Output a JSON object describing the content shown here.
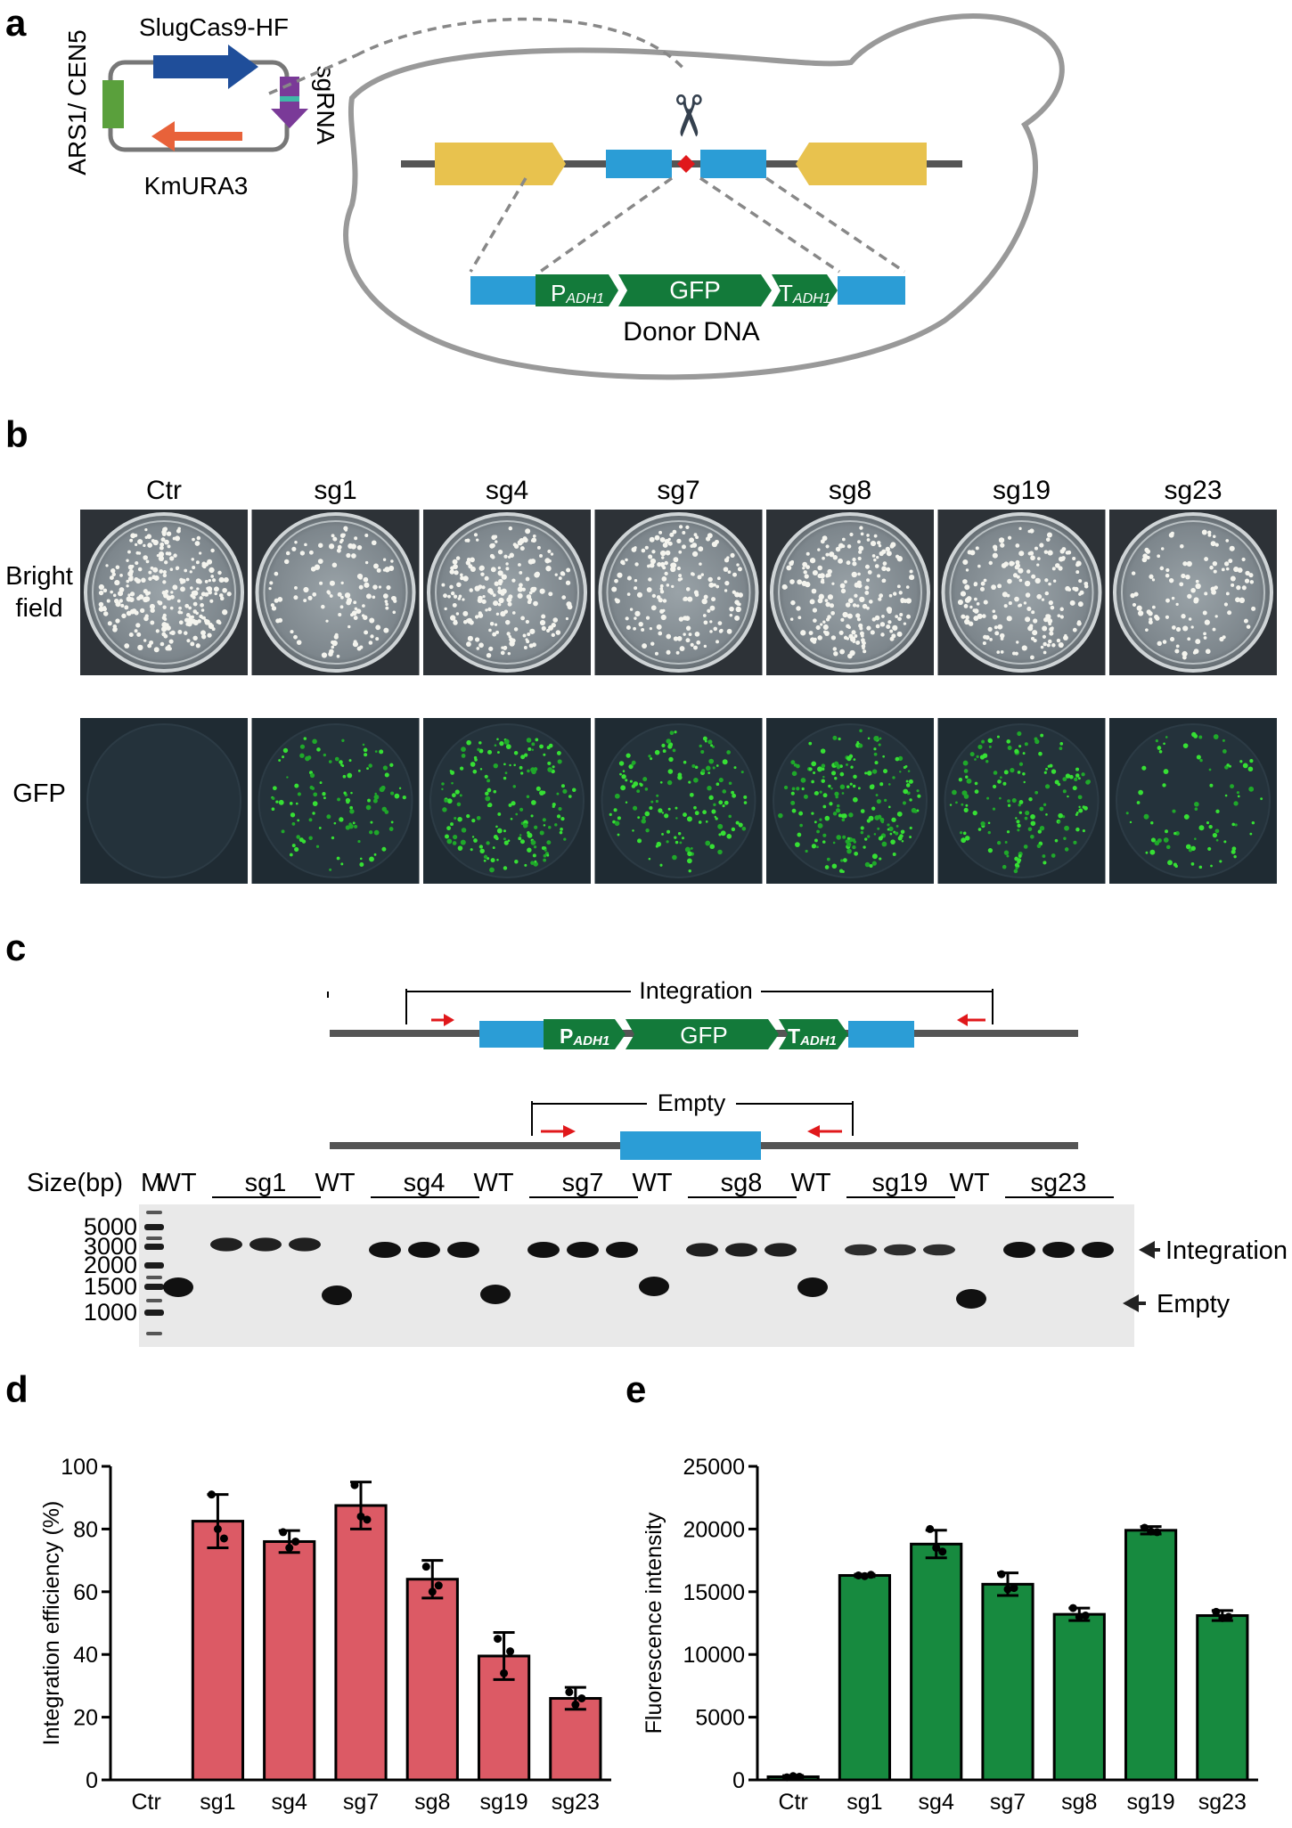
{
  "panel_a": {
    "letter": "a",
    "plasmid": {
      "cas": "SlugCas9-HF",
      "sgrna": "sgRNA",
      "origin": "ARS1/ CEN5",
      "marker": "KmURA3"
    },
    "donor": {
      "promoter_main": "P",
      "promoter_sub": "ADH1",
      "gene": "GFP",
      "terminator_main": "T",
      "terminator_sub": "ADH1",
      "caption": "Donor DNA"
    },
    "scissors_glyph": "✂",
    "colors": {
      "yellow": "#e8c24e",
      "blue": "#2b9dd6",
      "green": "#137a3a",
      "red": "#e0181b",
      "cas_blue": "#1f4e9a",
      "orange": "#e8623a",
      "purple": "#7a3a98",
      "lime": "#5aa03c",
      "cell": "#999999"
    }
  },
  "panel_b": {
    "letter": "b",
    "columns": [
      "Ctr",
      "sg1",
      "sg4",
      "sg7",
      "sg8",
      "sg19",
      "sg23"
    ],
    "row_bright_label_1": "Bright",
    "row_bright_label_2": "field",
    "row_gfp_label": "GFP"
  },
  "panel_c": {
    "letter": "c",
    "integration_label": "Integration",
    "empty_label": "Empty",
    "promoter_main": "P",
    "promoter_sub": "ADH1",
    "gene": "GFP",
    "terminator_main": "T",
    "terminator_sub": "ADH1",
    "gel": {
      "size_header": "Size(bp)",
      "marker_lane": "M",
      "groups": [
        {
          "wt": "WT",
          "name": "sg1"
        },
        {
          "wt": "WT",
          "name": "sg4"
        },
        {
          "wt": "WT",
          "name": "sg7"
        },
        {
          "wt": "WT",
          "name": "sg8"
        },
        {
          "wt": "WT",
          "name": "sg19"
        },
        {
          "wt": "WT",
          "name": "sg23"
        }
      ],
      "ladder": [
        "5000",
        "3000",
        "2000",
        "1500",
        "1000"
      ],
      "band_integration": "Integration",
      "band_empty": "Empty"
    }
  },
  "chart_data": [
    {
      "panel": "d",
      "type": "bar",
      "categories": [
        "Ctr",
        "sg1",
        "sg4",
        "sg7",
        "sg8",
        "sg19",
        "sg23"
      ],
      "values": [
        0,
        82.5,
        76,
        87.5,
        64,
        39.5,
        26
      ],
      "errors": [
        0,
        8.5,
        3.5,
        7.5,
        6,
        7.5,
        3.5
      ],
      "points": [
        [],
        [
          91,
          80,
          77
        ],
        [
          79,
          74,
          76
        ],
        [
          94,
          84,
          83
        ],
        [
          68,
          60,
          62
        ],
        [
          45,
          34,
          41
        ],
        [
          28,
          24,
          26
        ]
      ],
      "ylabel": "Integration efficiency (%)",
      "xlabel": "",
      "ylim": [
        0,
        100
      ],
      "yticks": [
        "0",
        "20",
        "40",
        "60",
        "80",
        "100"
      ],
      "bar_color": "#dc5a65"
    },
    {
      "panel": "e",
      "type": "bar",
      "categories": [
        "Ctr",
        "sg1",
        "sg4",
        "sg7",
        "sg8",
        "sg19",
        "sg23"
      ],
      "values": [
        250,
        16300,
        18800,
        15600,
        13200,
        19900,
        13100
      ],
      "errors": [
        100,
        100,
        1100,
        900,
        500,
        300,
        400
      ],
      "points": [
        [
          200,
          300,
          250
        ],
        [
          16300,
          16250,
          16350
        ],
        [
          20000,
          18500,
          18200
        ],
        [
          16400,
          15200,
          15300
        ],
        [
          13700,
          13000,
          13100
        ],
        [
          20100,
          19800,
          19750
        ],
        [
          13400,
          12900,
          13000
        ]
      ],
      "ylabel": "Fluorescence intensity",
      "xlabel": "",
      "ylim": [
        0,
        25000
      ],
      "yticks": [
        "0",
        "5000",
        "10000",
        "15000",
        "20000",
        "25000"
      ],
      "bar_color": "#178a3f"
    }
  ],
  "panel_d_letter": "d",
  "panel_e_letter": "e"
}
